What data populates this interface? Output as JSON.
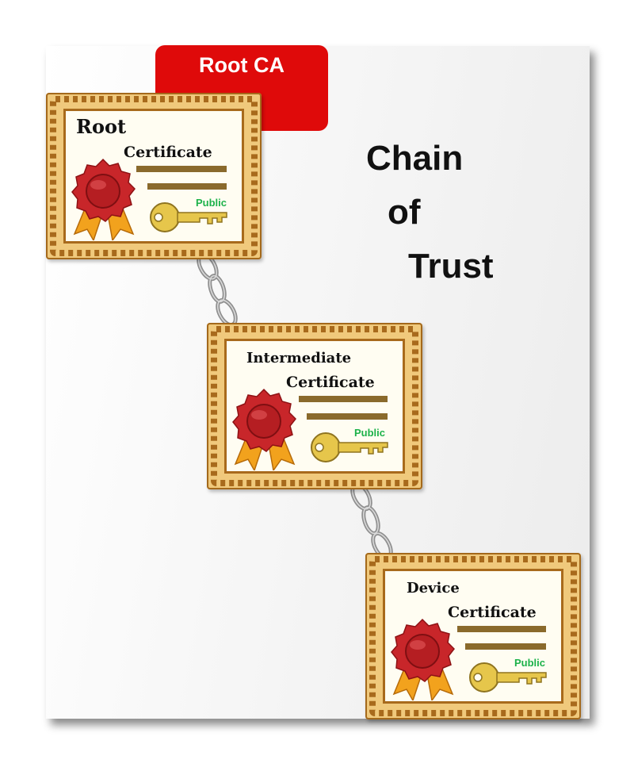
{
  "root_ca": {
    "label": "Root CA"
  },
  "title": {
    "line1": "Chain",
    "line2": "of",
    "line3": "Trust"
  },
  "certificates": [
    {
      "title": "Root",
      "subtitle": "Certificate",
      "key_label": "Public"
    },
    {
      "title": "Intermediate",
      "subtitle": "Certificate",
      "key_label": "Public"
    },
    {
      "title": "Device",
      "subtitle": "Certificate",
      "key_label": "Public"
    }
  ],
  "colors": {
    "root_ca_tab": "#df0a0a",
    "certificate_frame": "#f0c97c",
    "certificate_border": "#a86a1c",
    "seal": "#c8262a",
    "ribbon": "#f2a21d",
    "key": "#e6c64b",
    "public_text": "#1db24a"
  }
}
